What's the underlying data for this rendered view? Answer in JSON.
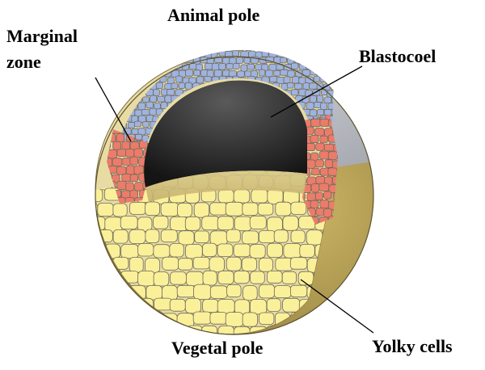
{
  "labels": {
    "animal_pole": "Animal pole",
    "marginal_zone_line1": "Marginal",
    "marginal_zone_line2": "zone",
    "blastocoel": "Blastocoel",
    "vegetal_pole": "Vegetal pole",
    "yolky_cells": "Yolky cells"
  },
  "colors": {
    "animal_cells": "#9fb3e0",
    "marginal_cells": "#ec7b6a",
    "yolky_cells": "#fbf09a",
    "cell_outline": "#6d6a5a",
    "blastocoel": "#2c2c2c",
    "outer_surface": "#b7a054",
    "upper_surface": "#b9bcc2"
  }
}
